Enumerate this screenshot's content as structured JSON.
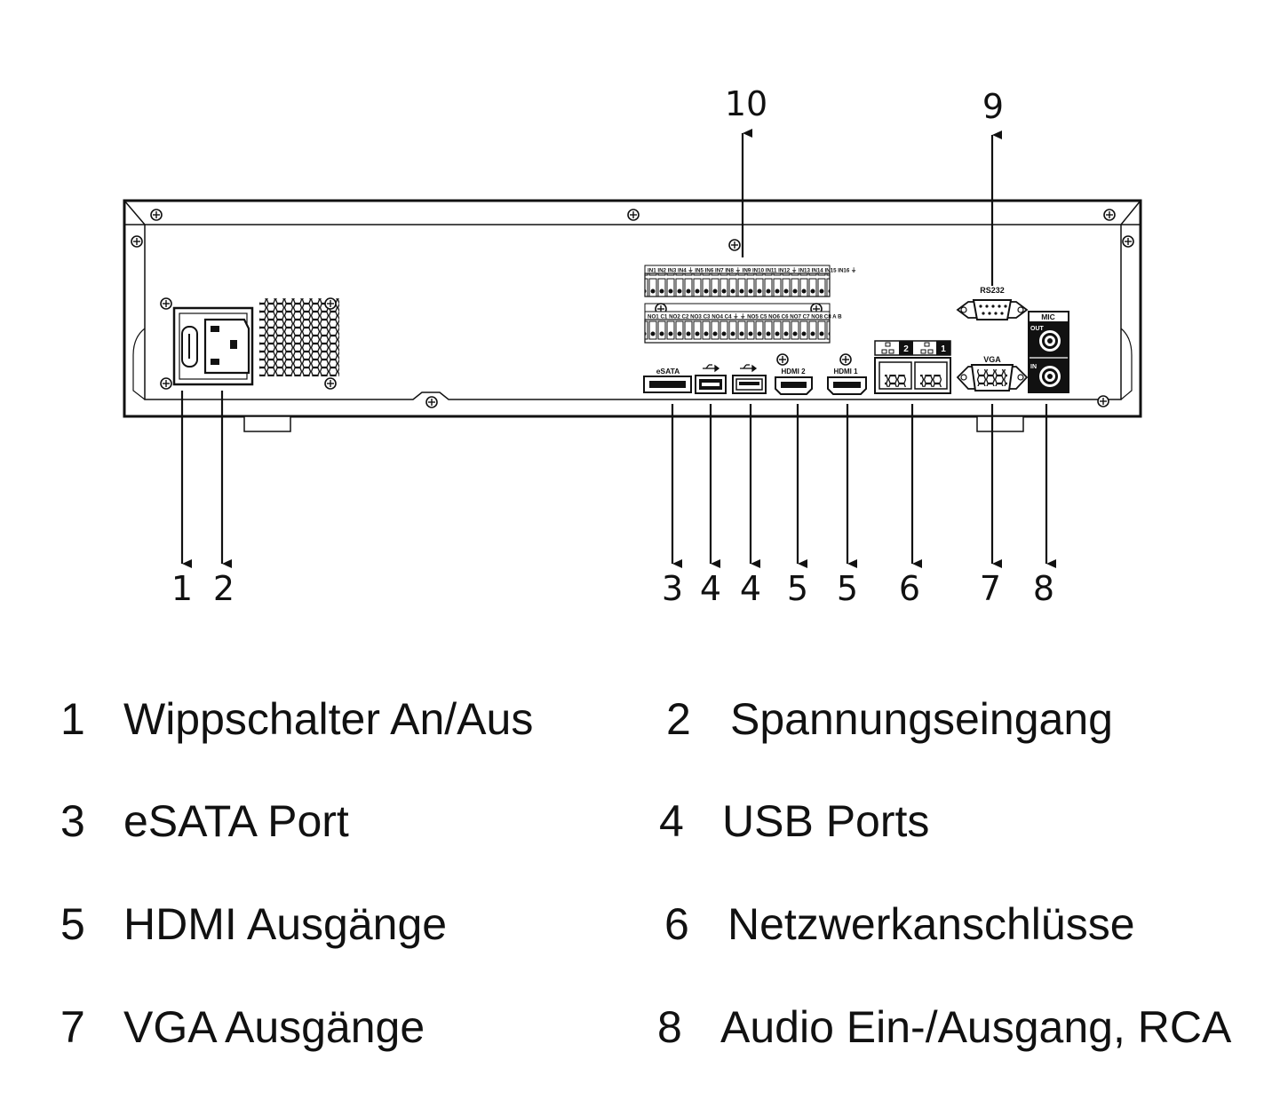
{
  "device_labels": {
    "esata": "eSATA",
    "hdmi2": "HDMI 2",
    "hdmi1": "HDMI 1",
    "lan2": "2",
    "lan1": "1",
    "rs232": "RS232",
    "vga": "VGA",
    "mic": "MIC",
    "out": "OUT",
    "in": "IN",
    "alarm_top_row": "IN1 IN2 IN3 IN4 ⏚ IN5 IN6 IN7 IN8 ⏚ IN9 IN10 IN11 IN12 ⏚ IN13 IN14 IN15 IN16 ⏚",
    "alarm_bottom_row": "NO1 C1 NO2 C2 NO3 C3 NO4 C4 ⏚ ⏚ NO5 C5 NO6 C6 NO7 C7 NO8 C8 A B"
  },
  "callouts": {
    "c1": "1",
    "c2": "2",
    "c3": "3",
    "c4a": "4",
    "c4b": "4",
    "c5a": "5",
    "c5b": "5",
    "c6": "6",
    "c7": "7",
    "c8": "8",
    "c9": "9",
    "c10": "10"
  },
  "legend": [
    {
      "num": "1",
      "text": "Wippschalter An/Aus"
    },
    {
      "num": "2",
      "text": "Spannungseingang"
    },
    {
      "num": "3",
      "text": "eSATA Port"
    },
    {
      "num": "4",
      "text": "USB Ports"
    },
    {
      "num": "5",
      "text": "HDMI Ausgänge"
    },
    {
      "num": "6",
      "text": "Netzwerkanschlüsse"
    },
    {
      "num": "7",
      "text": "VGA Ausgänge"
    },
    {
      "num": "8",
      "text": "Audio Ein-/Ausgang, RCA"
    }
  ]
}
